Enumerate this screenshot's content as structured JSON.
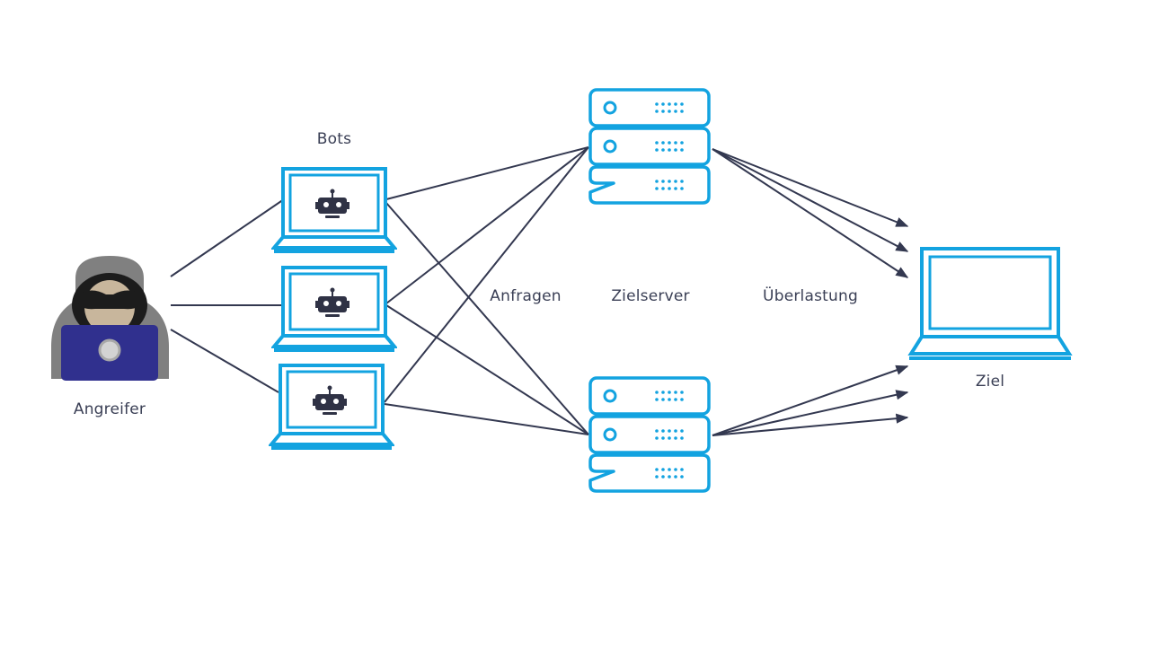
{
  "labels": {
    "attacker": "Angreifer",
    "bots": "Bots",
    "requests": "Anfragen",
    "target_servers": "Zielserver",
    "overload": "Überlastung",
    "target": "Ziel"
  },
  "colors": {
    "device_blue": "#13a3e0",
    "line_dark": "#333850",
    "robot": "#2f3245",
    "hood_gray": "#808080",
    "laptop_purple": "#30308e",
    "text": "#3a3f55"
  },
  "icons": {
    "attacker": "hacker-icon",
    "bot": "robot-icon",
    "bot_device": "laptop-icon",
    "server": "server-rack-icon",
    "target": "laptop-icon"
  }
}
